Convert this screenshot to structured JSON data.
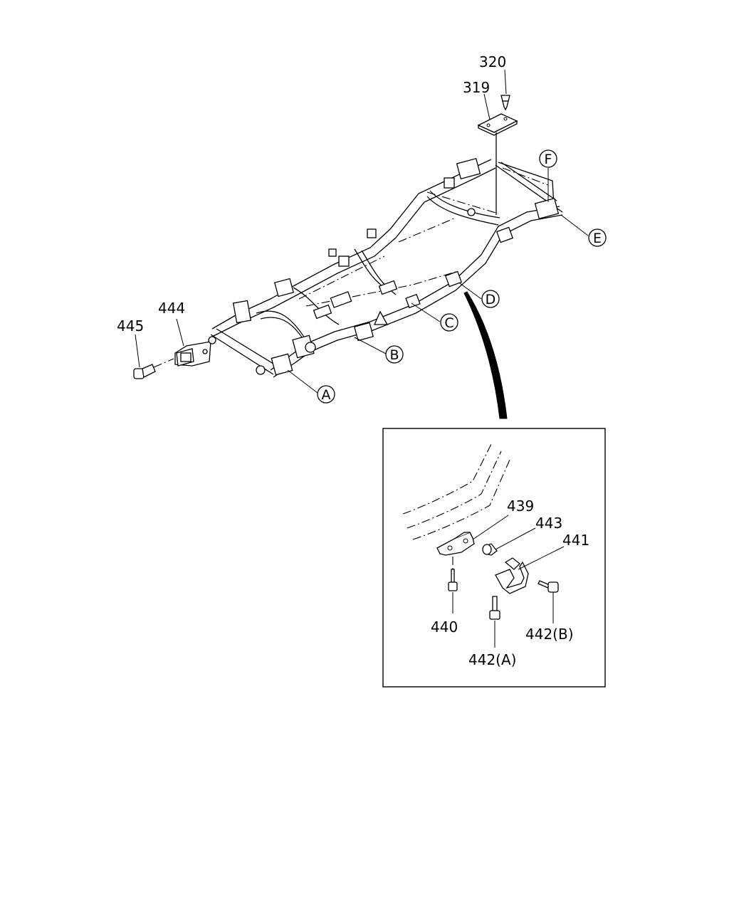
{
  "part_labels": {
    "p320": "320",
    "p319": "319",
    "p444": "444",
    "p445": "445",
    "p439": "439",
    "p443": "443",
    "p441": "441",
    "p440": "440",
    "p442a": "442(A)",
    "p442b": "442(B)"
  },
  "callouts": {
    "A": "A",
    "B": "B",
    "C": "C",
    "D": "D",
    "E": "E",
    "F": "F"
  }
}
